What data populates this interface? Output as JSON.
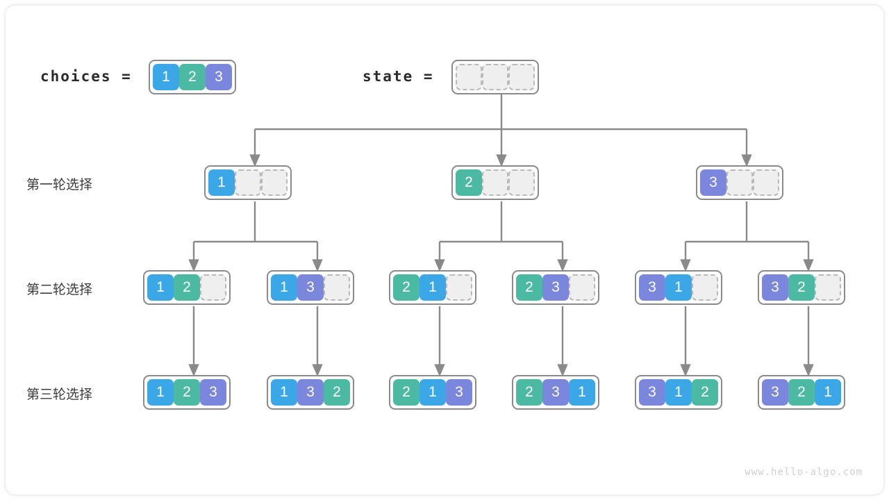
{
  "meta": {
    "watermark": "www.hello-algo.com",
    "background": "#ffffff",
    "card_background": "#ffffff"
  },
  "palette": {
    "value_1": "#3ba7e6",
    "value_2": "#4cb9a3",
    "value_3": "#7b86dd",
    "empty_fill": "#efefef",
    "empty_border": "#b9b9b9",
    "node_border": "#8a8a8a",
    "connector": "#8a8a8a",
    "label_text": "#3c3c3c",
    "mono_text": "#2b2b2b",
    "watermark_text": "#cfcfcf"
  },
  "header": {
    "choices_label": "choices =",
    "choices_values": [
      1,
      2,
      3
    ],
    "state_label": "state =",
    "state_values": [
      null,
      null,
      null
    ]
  },
  "row_labels": [
    "第一轮选择",
    "第二轮选择",
    "第三轮选择"
  ],
  "levels": [
    {
      "label": "第一轮选择",
      "nodes": [
        {
          "id": "L1-a",
          "values": [
            1,
            null,
            null
          ]
        },
        {
          "id": "L1-b",
          "values": [
            2,
            null,
            null
          ]
        },
        {
          "id": "L1-c",
          "values": [
            3,
            null,
            null
          ]
        }
      ]
    },
    {
      "label": "第二轮选择",
      "nodes": [
        {
          "id": "L2-a",
          "values": [
            1,
            2,
            null
          ]
        },
        {
          "id": "L2-b",
          "values": [
            1,
            3,
            null
          ]
        },
        {
          "id": "L2-c",
          "values": [
            2,
            1,
            null
          ]
        },
        {
          "id": "L2-d",
          "values": [
            2,
            3,
            null
          ]
        },
        {
          "id": "L2-e",
          "values": [
            3,
            1,
            null
          ]
        },
        {
          "id": "L2-f",
          "values": [
            3,
            2,
            null
          ]
        }
      ]
    },
    {
      "label": "第三轮选择",
      "nodes": [
        {
          "id": "L3-a",
          "values": [
            1,
            2,
            3
          ]
        },
        {
          "id": "L3-b",
          "values": [
            1,
            3,
            2
          ]
        },
        {
          "id": "L3-c",
          "values": [
            2,
            1,
            3
          ]
        },
        {
          "id": "L3-d",
          "values": [
            2,
            3,
            1
          ]
        },
        {
          "id": "L3-e",
          "values": [
            3,
            1,
            2
          ]
        },
        {
          "id": "L3-f",
          "values": [
            3,
            2,
            1
          ]
        }
      ]
    }
  ]
}
